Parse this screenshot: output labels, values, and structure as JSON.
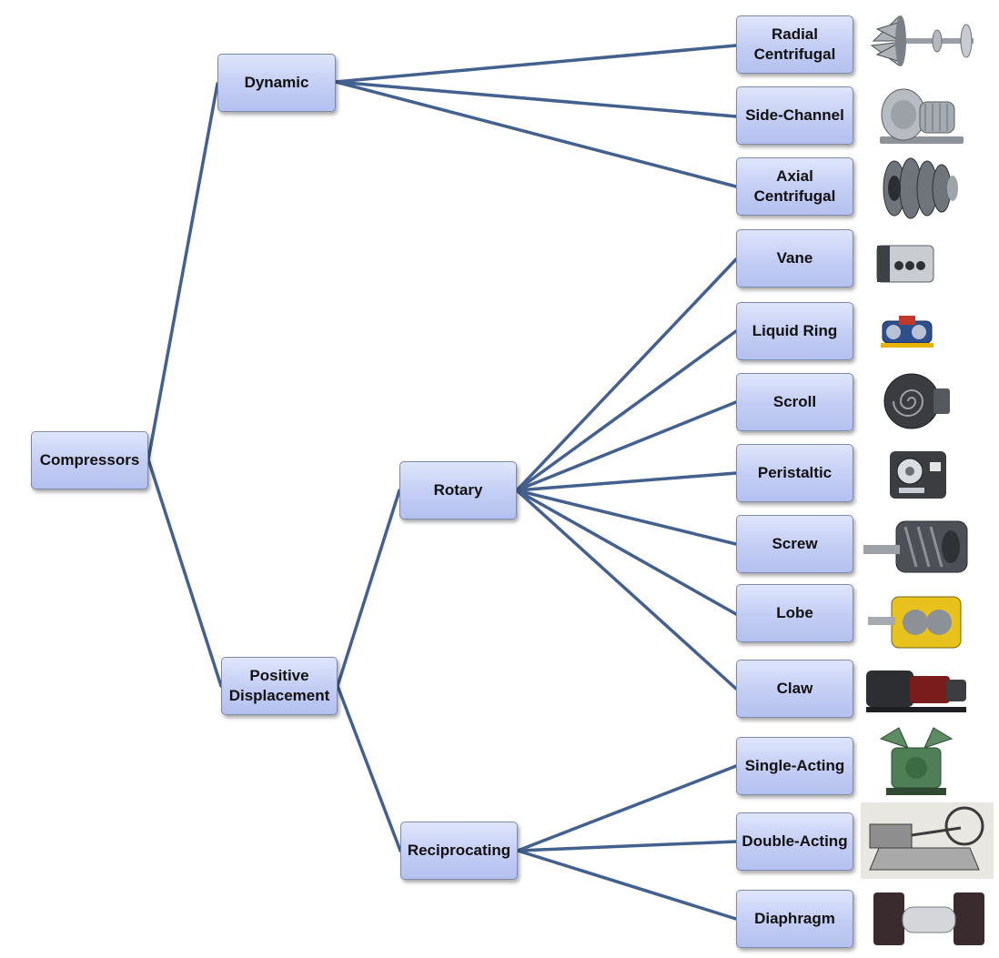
{
  "nodes": {
    "compressors": "Compressors",
    "dynamic": "Dynamic",
    "positive_displacement": "Positive\nDisplacement",
    "rotary": "Rotary",
    "reciprocating": "Reciprocating",
    "radial_centrifugal": "Radial\nCentrifugal",
    "side_channel": "Side-Channel",
    "axial_centrifugal": "Axial\nCentrifugal",
    "vane": "Vane",
    "liquid_ring": "Liquid Ring",
    "scroll": "Scroll",
    "peristaltic": "Peristaltic",
    "screw": "Screw",
    "lobe": "Lobe",
    "claw": "Claw",
    "single_acting": "Single-Acting",
    "double_acting": "Double-Acting",
    "diaphragm": "Diaphragm"
  },
  "colors": {
    "connector": "#44608f",
    "node_border": "#7d8aa8",
    "node_fill_top": "#dfe5fb",
    "node_fill_bottom": "#b4c0ef"
  },
  "icons": [
    "radial-impeller-icon",
    "side-channel-blower-icon",
    "axial-rotor-icon",
    "vane-pump-icon",
    "liquid-ring-pump-icon",
    "scroll-compressor-icon",
    "peristaltic-pump-icon",
    "screw-rotor-icon",
    "lobe-blower-icon",
    "claw-pump-icon",
    "single-acting-compressor-icon",
    "double-acting-engine-icon",
    "diaphragm-pump-icon"
  ]
}
